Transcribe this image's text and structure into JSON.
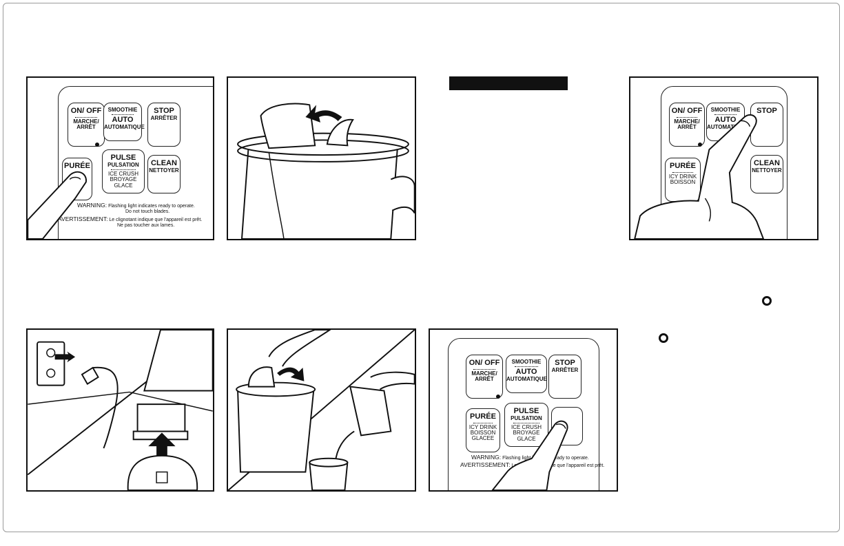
{
  "control_panel": {
    "on_off": "ON/ OFF",
    "marche_arret": "MARCHE/ ARRÊT",
    "smoothie": "SMOOTHIE",
    "auto": "AUTO",
    "automatique": "AUTOMATIQUE",
    "stop": "STOP",
    "arreter": "ARRÊTER",
    "puree": "PURÉE",
    "icy_drink": "ICY DRINK",
    "boisson": "BOISSON",
    "glacee": "GLACEE",
    "pulse": "PULSE",
    "pulsation": "PULSATION",
    "ice_crush": "ICE CRUSH",
    "broyage_glace": "BROYAGE GLACE",
    "clean": "CLEAN",
    "nettoyer": "NETTOYER",
    "warning_label": "WARNING:",
    "warning_text": "Flashing light indicates ready to operate.",
    "warning_text2": "Do not touch blades.",
    "avertissement_label": "AVERTISSEMENT:",
    "avertissement_text": "Le clignotant indique que l'appareil est prêt.",
    "avertissement_text2": "Ne pas toucher aux lames."
  },
  "icons": [
    "power-outlet-icon",
    "plug-icon",
    "arrow-up-icon",
    "arrow-curved-icon",
    "finger-press-icon",
    "ring-bullet-icon"
  ]
}
